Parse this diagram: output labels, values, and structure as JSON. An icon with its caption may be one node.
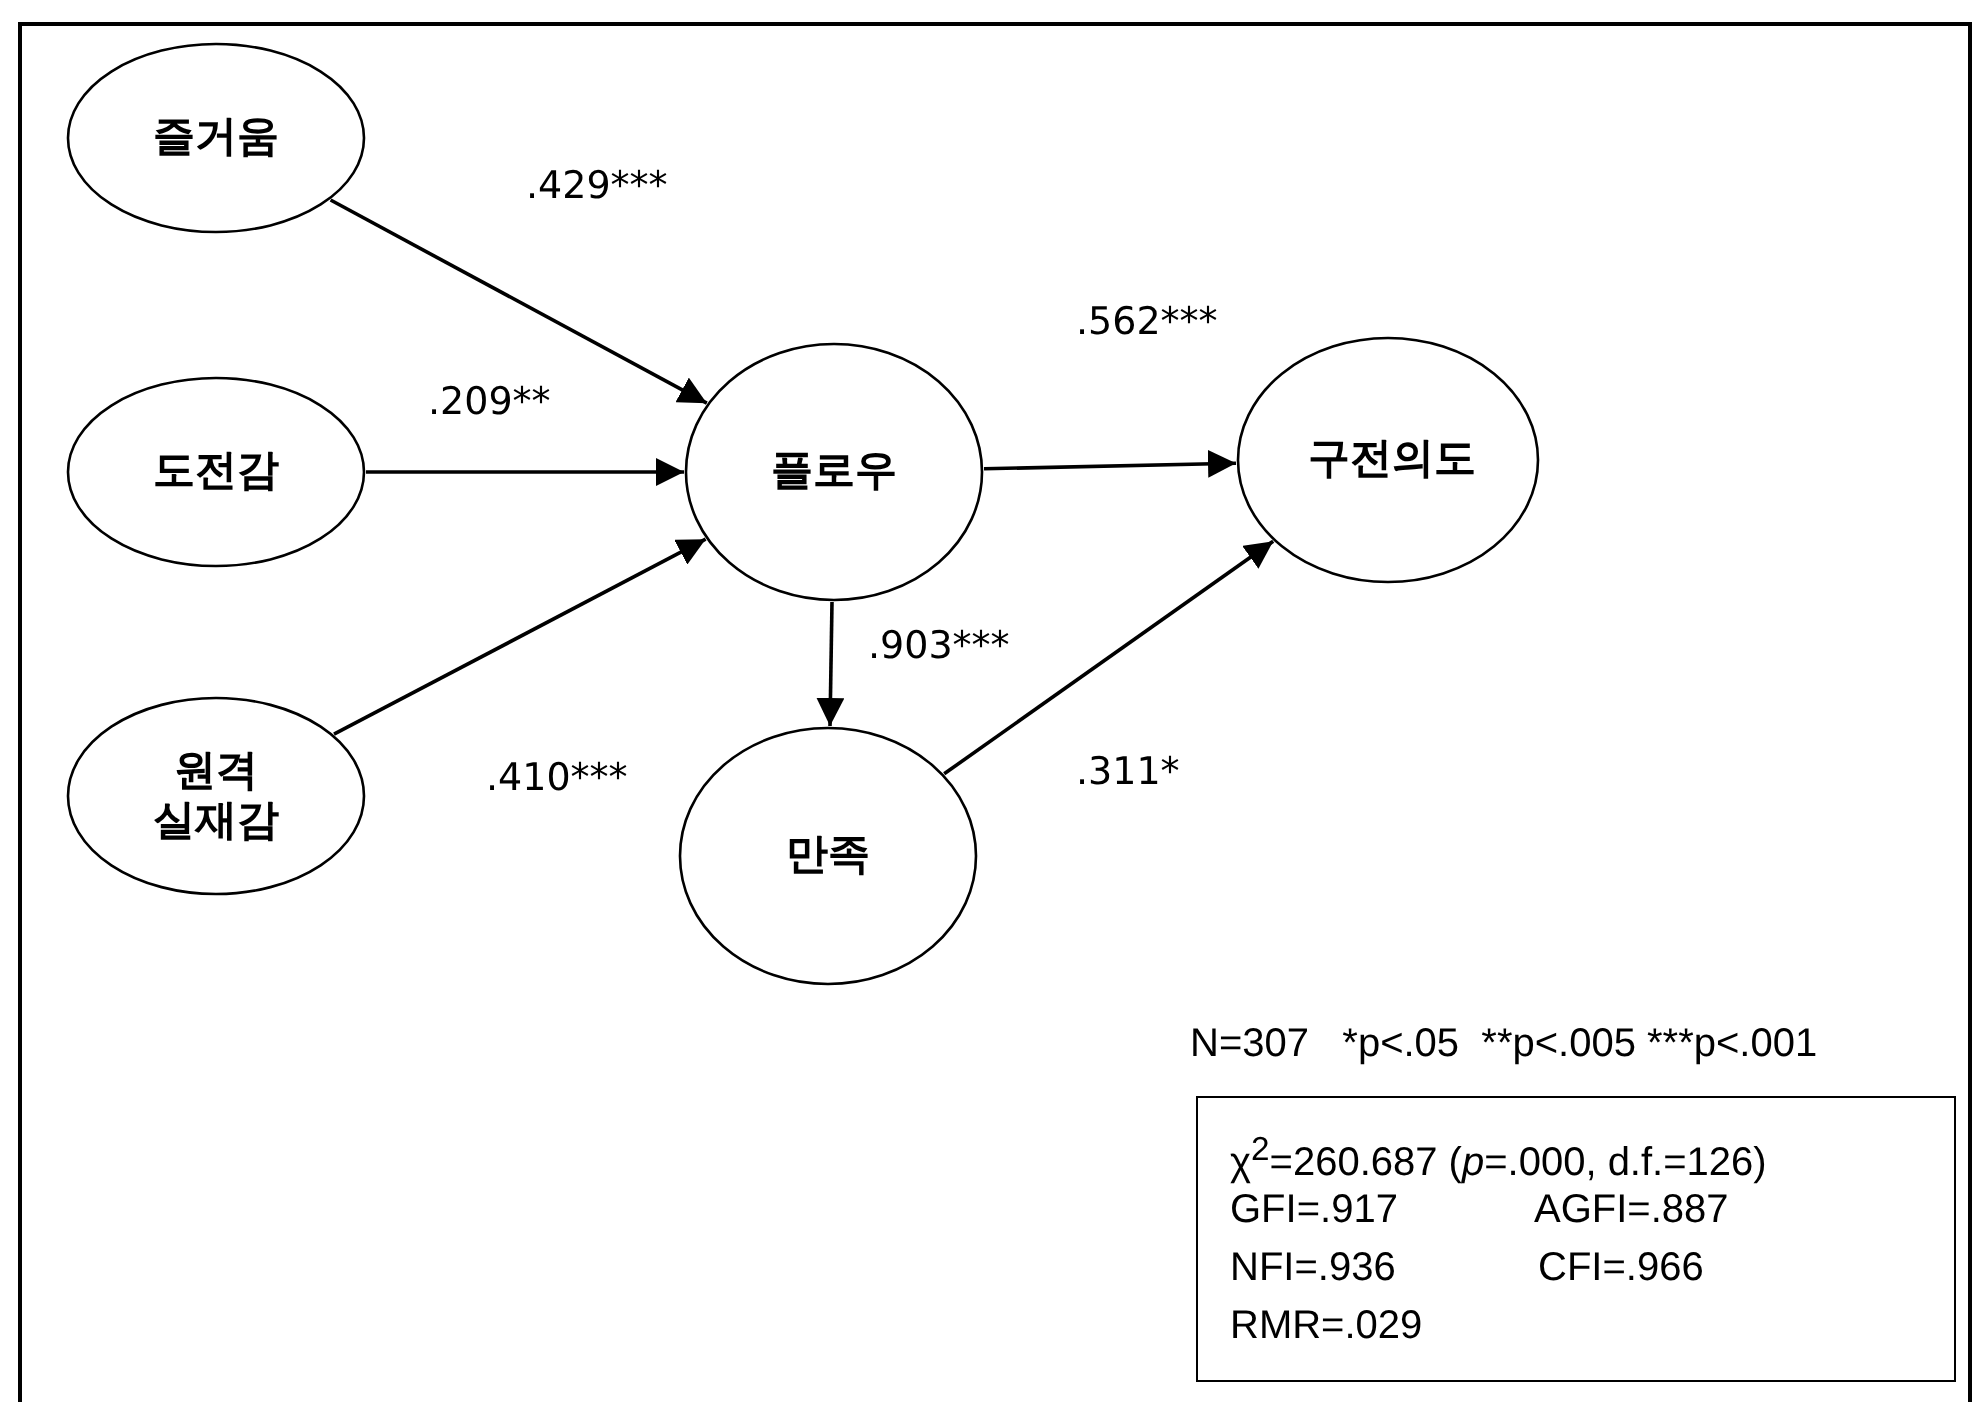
{
  "diagram": {
    "nodes": [
      {
        "text": [
          "즐거움"
        ]
      },
      {
        "text": [
          "도전감"
        ]
      },
      {
        "text": [
          "원격 실재감"
        ]
      },
      {
        "text": [
          "플로우"
        ]
      },
      {
        "text": [
          "만족"
        ]
      },
      {
        "text": [
          "구전의도"
        ]
      },
      {
        "text": [
          "χ$^{2}$=260.687 (*p*=.000, d.f.=126)",
          "GFI=.917",
          "AGFI=.887",
          "NFI=.936",
          "CFI=.966",
          "RMR=.029"
        ]
      }
    ],
    "edges": [
      {
        "from": 0,
        "to": 3,
        "arrow": "to",
        "label": ".429***"
      },
      {
        "from": 1,
        "to": 3,
        "arrow": "to",
        "label": ".209**"
      },
      {
        "from": 2,
        "to": 3,
        "arrow": "to",
        "label": ".410***"
      },
      {
        "from": 3,
        "to": 5,
        "arrow": "to",
        "label": ".562***"
      },
      {
        "from": 3,
        "to": 4,
        "arrow": "to",
        "label": ".903***"
      },
      {
        "from": 4,
        "to": 5,
        "arrow": "to",
        "label": ".311*"
      }
    ],
    "labels": [
      "N=307   *p<.05  **p<.005 ***p<.001"
    ]
  }
}
